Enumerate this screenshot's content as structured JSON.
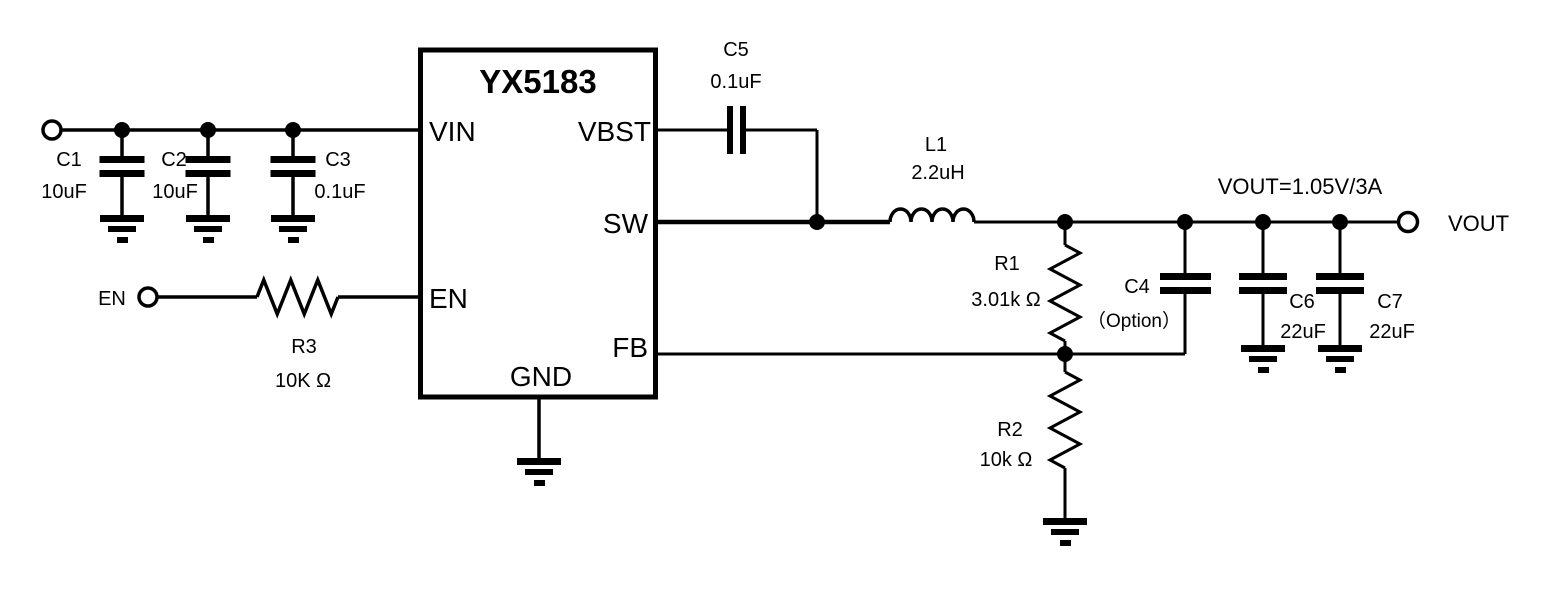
{
  "colors": {
    "line": "#000000",
    "background": "#ffffff"
  },
  "ic": {
    "name": "YX5183",
    "pin_vin": "VIN",
    "pin_en": "EN",
    "pin_vbst": "VBST",
    "pin_sw": "SW",
    "pin_fb": "FB",
    "pin_gnd": "GND"
  },
  "terminals": {
    "en_label": "EN",
    "vout_label": "VOUT"
  },
  "annotations": {
    "vout_spec": "VOUT=1.05V/3A"
  },
  "components": {
    "C1": {
      "ref": "C1",
      "value": "10uF"
    },
    "C2": {
      "ref": "C2",
      "value": "10uF"
    },
    "C3": {
      "ref": "C3",
      "value": "0.1uF"
    },
    "C4": {
      "ref": "C4",
      "value": "（Option）"
    },
    "C5": {
      "ref": "C5",
      "value": "0.1uF"
    },
    "C6": {
      "ref": "C6",
      "value": "22uF"
    },
    "C7": {
      "ref": "C7",
      "value": "22uF"
    },
    "L1": {
      "ref": "L1",
      "value": "2.2uH"
    },
    "R1": {
      "ref": "R1",
      "value": "3.01k Ω"
    },
    "R2": {
      "ref": "R2",
      "value": "10k Ω"
    },
    "R3": {
      "ref": "R3",
      "value": "10K Ω"
    }
  }
}
